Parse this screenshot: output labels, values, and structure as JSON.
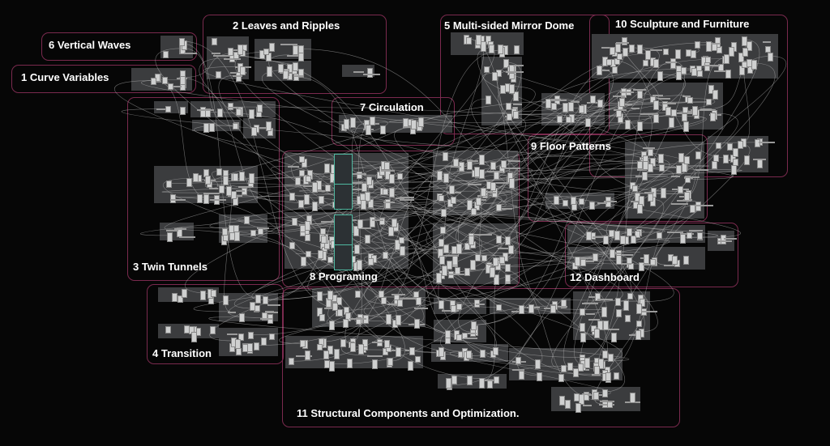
{
  "canvas": {
    "groups": [
      {
        "id": "g6",
        "title": "6 Vertical Waves"
      },
      {
        "id": "g1",
        "title": "1 Curve Variables"
      },
      {
        "id": "g2",
        "title": "2 Leaves and Ripples"
      },
      {
        "id": "g5",
        "title": "5 Multi-sided Mirror Dome"
      },
      {
        "id": "g10",
        "title": "10 Sculpture and Furniture"
      },
      {
        "id": "g7",
        "title": "7 Circulation"
      },
      {
        "id": "g3",
        "title": "3 Twin Tunnels"
      },
      {
        "id": "g9",
        "title": "9 Floor Patterns"
      },
      {
        "id": "g8",
        "title": "8 Programing"
      },
      {
        "id": "g12",
        "title": "12 Dashboard"
      },
      {
        "id": "g4",
        "title": "4 Transition"
      },
      {
        "id": "g11",
        "title": "11 Structural Components and Optimization."
      }
    ]
  },
  "colors": {
    "background": "#060606",
    "group_border": "#7a2a4e",
    "panel": "#3b3c3e",
    "node": "#cfd0d0",
    "graph_mapper": "#4fb8a0",
    "wire": "#bdbdbd"
  }
}
